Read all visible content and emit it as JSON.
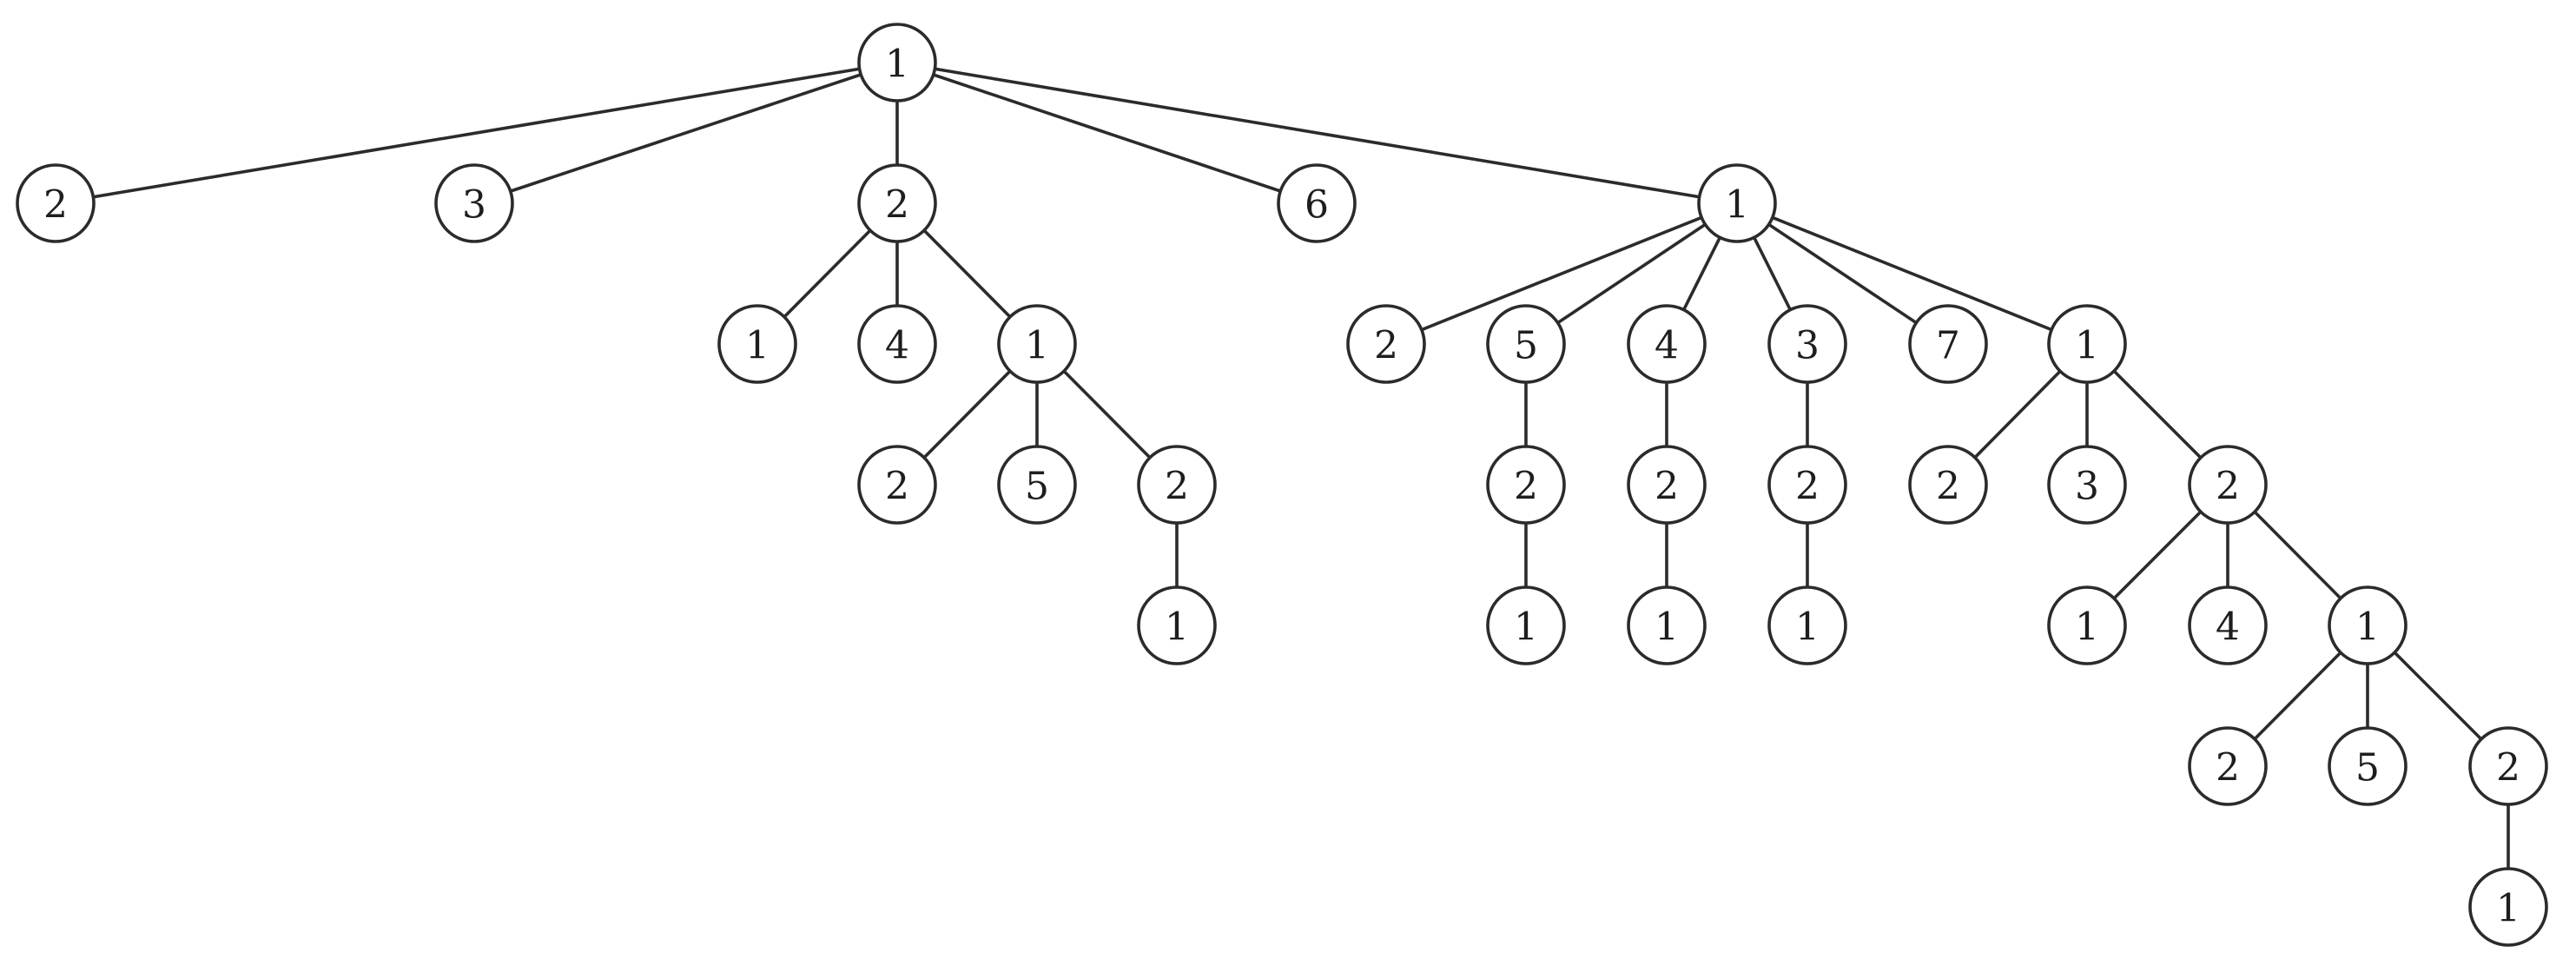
{
  "tree": {
    "nodes": [
      {
        "id": "n0",
        "label": "1"
      },
      {
        "id": "n1",
        "label": "2"
      },
      {
        "id": "n2",
        "label": "3"
      },
      {
        "id": "n3",
        "label": "2"
      },
      {
        "id": "n4",
        "label": "6"
      },
      {
        "id": "n5",
        "label": "1"
      },
      {
        "id": "n6",
        "label": "1"
      },
      {
        "id": "n7",
        "label": "4"
      },
      {
        "id": "n8",
        "label": "1"
      },
      {
        "id": "n9",
        "label": "2"
      },
      {
        "id": "n10",
        "label": "5"
      },
      {
        "id": "n11",
        "label": "2"
      },
      {
        "id": "n12",
        "label": "1"
      },
      {
        "id": "n13",
        "label": "2"
      },
      {
        "id": "n14",
        "label": "5"
      },
      {
        "id": "n15",
        "label": "4"
      },
      {
        "id": "n16",
        "label": "3"
      },
      {
        "id": "n17",
        "label": "7"
      },
      {
        "id": "n18",
        "label": "1"
      },
      {
        "id": "n19",
        "label": "2"
      },
      {
        "id": "n20",
        "label": "1"
      },
      {
        "id": "n21",
        "label": "2"
      },
      {
        "id": "n22",
        "label": "1"
      },
      {
        "id": "n23",
        "label": "2"
      },
      {
        "id": "n24",
        "label": "1"
      },
      {
        "id": "n25",
        "label": "2"
      },
      {
        "id": "n26",
        "label": "3"
      },
      {
        "id": "n27",
        "label": "2"
      },
      {
        "id": "n28",
        "label": "1"
      },
      {
        "id": "n29",
        "label": "4"
      },
      {
        "id": "n30",
        "label": "1"
      },
      {
        "id": "n31",
        "label": "2"
      },
      {
        "id": "n32",
        "label": "5"
      },
      {
        "id": "n33",
        "label": "2"
      },
      {
        "id": "n34",
        "label": "1"
      }
    ],
    "edges": [
      [
        "n0",
        "n1"
      ],
      [
        "n0",
        "n2"
      ],
      [
        "n0",
        "n3"
      ],
      [
        "n0",
        "n4"
      ],
      [
        "n0",
        "n5"
      ],
      [
        "n3",
        "n6"
      ],
      [
        "n3",
        "n7"
      ],
      [
        "n3",
        "n8"
      ],
      [
        "n8",
        "n9"
      ],
      [
        "n8",
        "n10"
      ],
      [
        "n8",
        "n11"
      ],
      [
        "n11",
        "n12"
      ],
      [
        "n5",
        "n13"
      ],
      [
        "n5",
        "n14"
      ],
      [
        "n5",
        "n15"
      ],
      [
        "n5",
        "n16"
      ],
      [
        "n5",
        "n17"
      ],
      [
        "n5",
        "n18"
      ],
      [
        "n14",
        "n19"
      ],
      [
        "n19",
        "n20"
      ],
      [
        "n15",
        "n21"
      ],
      [
        "n21",
        "n22"
      ],
      [
        "n16",
        "n23"
      ],
      [
        "n23",
        "n24"
      ],
      [
        "n18",
        "n25"
      ],
      [
        "n18",
        "n26"
      ],
      [
        "n18",
        "n27"
      ],
      [
        "n27",
        "n28"
      ],
      [
        "n27",
        "n29"
      ],
      [
        "n27",
        "n30"
      ],
      [
        "n30",
        "n31"
      ],
      [
        "n30",
        "n32"
      ],
      [
        "n30",
        "n33"
      ],
      [
        "n33",
        "n34"
      ]
    ]
  }
}
